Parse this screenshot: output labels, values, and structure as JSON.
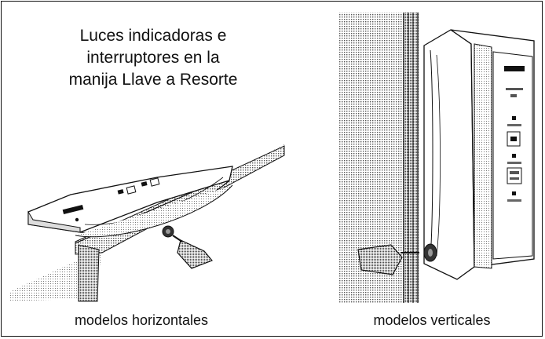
{
  "title_lines": [
    "Luces indicadoras e",
    "interruptores en la",
    "manija Llave a Resorte"
  ],
  "captions": {
    "horizontal": "modelos horizontales",
    "vertical": "modelos verticales"
  },
  "colors": {
    "ink": "#111111",
    "stipple": "#b9b9b9",
    "paper": "#ffffff"
  }
}
